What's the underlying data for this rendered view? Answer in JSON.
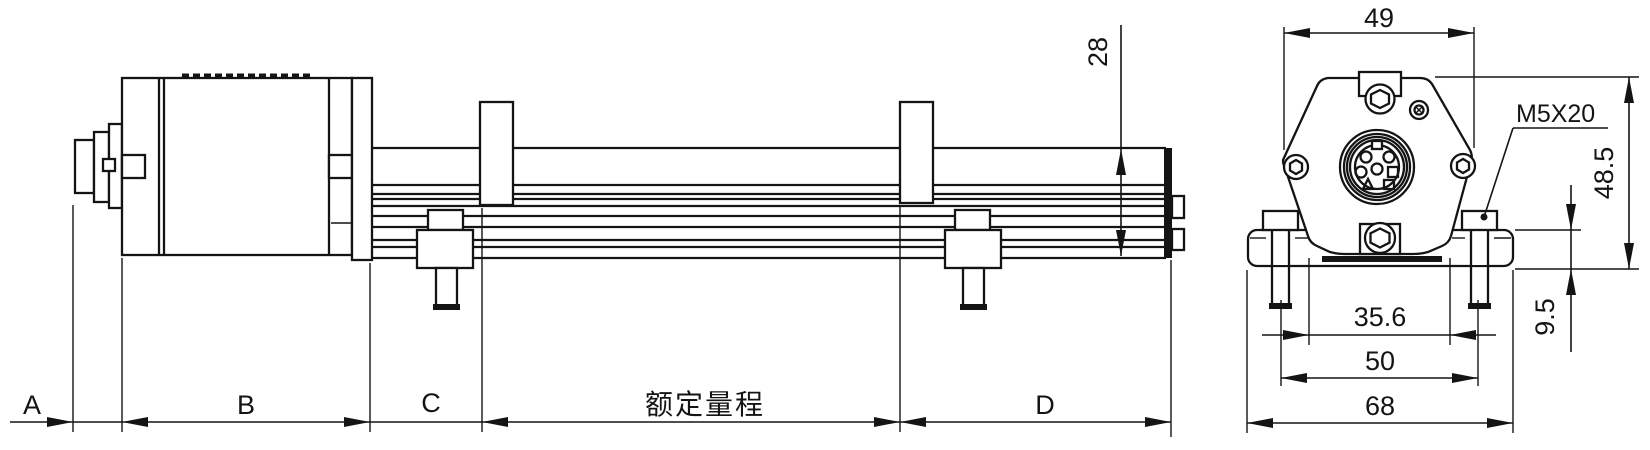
{
  "meta": {
    "drawing_type": "technical dimension drawing",
    "views": [
      "side view",
      "end view"
    ]
  },
  "side_view": {
    "seg_a": "A",
    "seg_b": "B",
    "seg_c": "C",
    "seg_stroke": "额定量程",
    "seg_d": "D",
    "rail_height": "28"
  },
  "end_view": {
    "body_width": "49",
    "screw_spec": "M5X20",
    "overall_height": "48.5",
    "base_width": "35.6",
    "bolt_spacing": "50",
    "bracket_width": "68",
    "bracket_height": "9.5"
  },
  "colors": {
    "line": "#141414",
    "background": "#ffffff"
  }
}
